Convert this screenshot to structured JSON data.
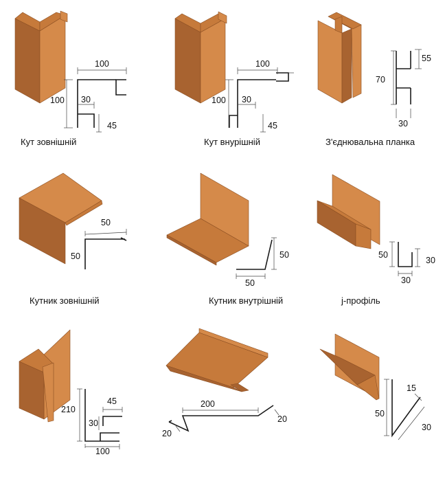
{
  "colors": {
    "metal_light": "#d58a4a",
    "metal_mid": "#c67a3b",
    "metal_dark": "#a86330",
    "edge": "#8a4e22"
  },
  "items": [
    {
      "caption": "Кут зовнішній",
      "dims": [
        "100",
        "100",
        "30",
        "45"
      ]
    },
    {
      "caption": "Кут внурішній",
      "dims": [
        "100",
        "100",
        "30",
        "45"
      ]
    },
    {
      "caption": "З'єднювальна планка",
      "dims": [
        "55",
        "70",
        "30"
      ]
    },
    {
      "caption": "Кутник зовнішній",
      "dims": [
        "50",
        "50"
      ]
    },
    {
      "caption": "Кутник внутрішній",
      "dims": [
        "50",
        "50"
      ]
    },
    {
      "caption": "j-профіль",
      "dims": [
        "50",
        "30",
        "30"
      ]
    },
    {
      "caption": "",
      "dims": [
        "210",
        "45",
        "30",
        "100"
      ]
    },
    {
      "caption": "",
      "dims": [
        "200",
        "20",
        "20"
      ]
    },
    {
      "caption": "",
      "dims": [
        "15",
        "50",
        "30"
      ]
    }
  ]
}
